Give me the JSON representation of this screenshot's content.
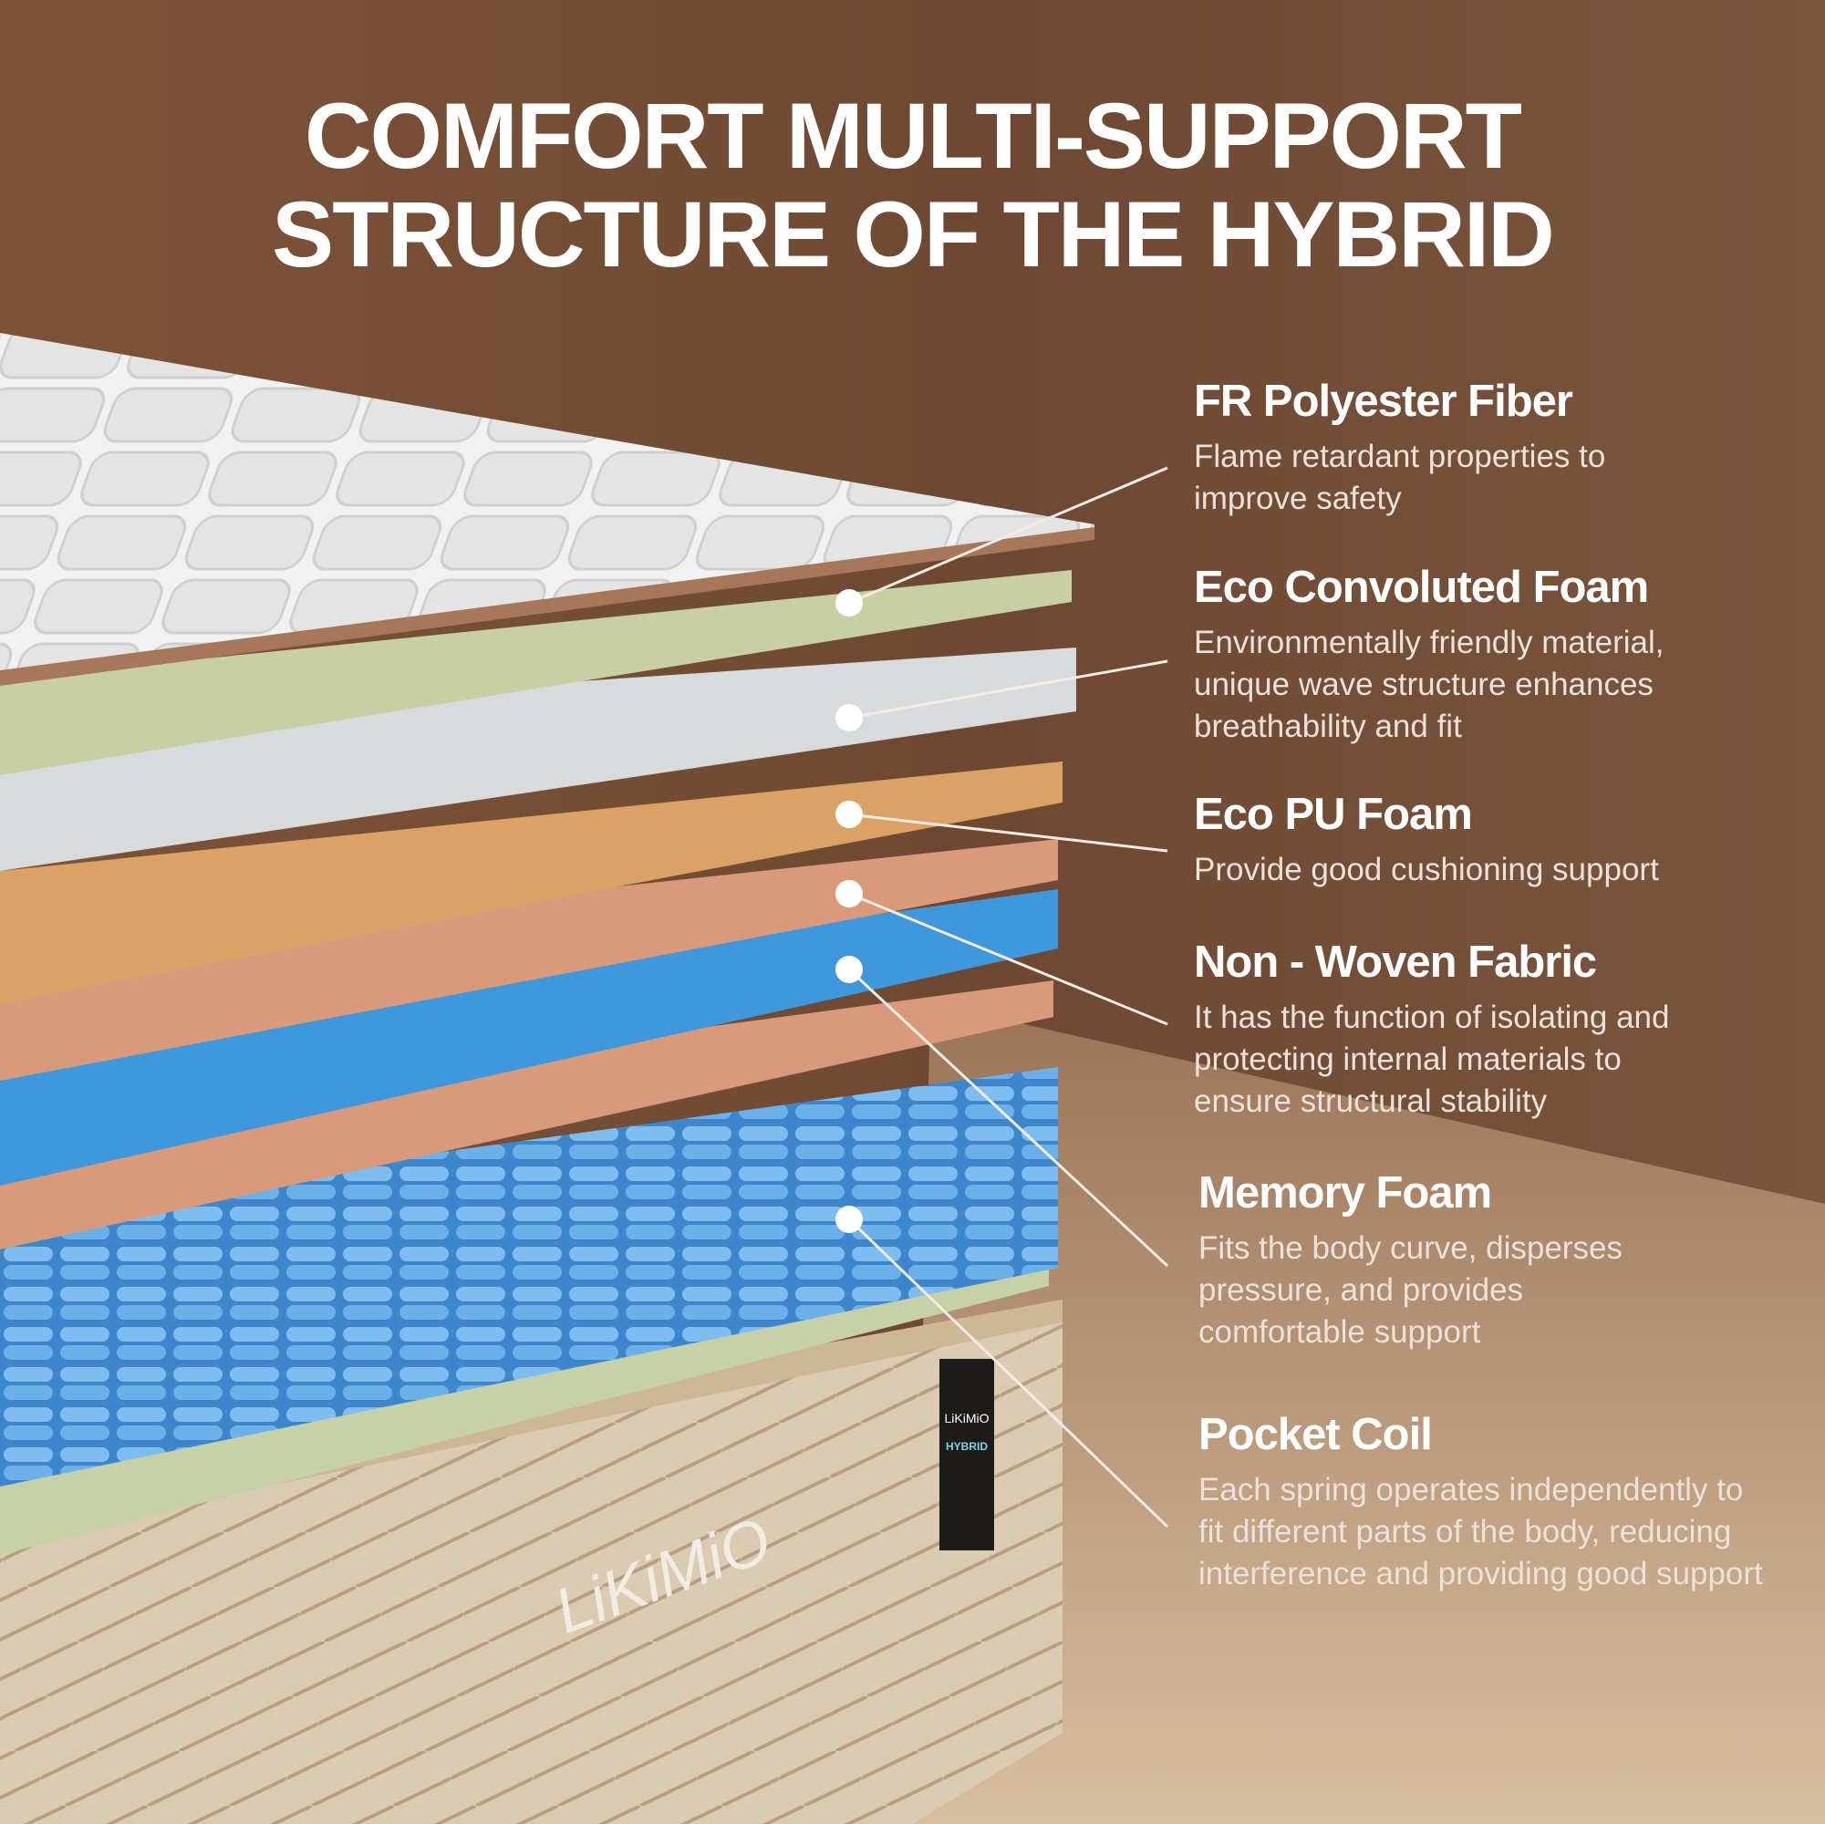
{
  "title": {
    "line1": "COMFORT MULTI-SUPPORT",
    "line2": "STRUCTURE OF THE HYBRID"
  },
  "layers": [
    {
      "name": "FR Polyester Fiber",
      "description": "Flame retardant properties to improve safety"
    },
    {
      "name": "Eco Convoluted Foam",
      "description": "Environmentally friendly material, unique wave structure enhances breathability and fit"
    },
    {
      "name": "Eco PU Foam",
      "description": "Provide good cushioning support"
    },
    {
      "name": "Non - Woven Fabric",
      "description": "It has the function of isolating and protecting internal materials to ensure structural stability"
    },
    {
      "name": "Memory Foam",
      "description": "Fits the body curve, disperses pressure, and provides comfortable support"
    },
    {
      "name": "Pocket Coil",
      "description": "Each spring operates independently to fit different parts of the body, reducing interference and providing good support"
    }
  ],
  "brand": {
    "logo": "LiKiMiO",
    "tag_logo": "LiKiMiO",
    "tag_type": "HYBRID"
  },
  "colors": {
    "background": "#74503a",
    "quilt": "#eeeeee",
    "green_foam": "#c9cfa4",
    "convoluted": "#d8dbdc",
    "orange_foam": "#dba266",
    "pink_fabric": "#d99a7c",
    "memory_foam": "#3f98dc",
    "coil": "#5ea9e6",
    "base": "#d8c6ad",
    "tag": "#1d1b1a",
    "tag_accent": "#7fd3e0"
  }
}
